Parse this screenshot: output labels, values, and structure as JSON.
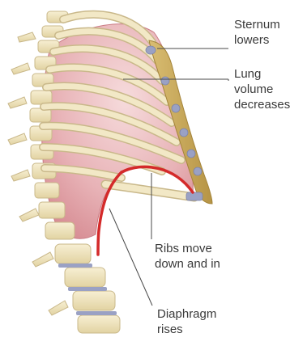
{
  "labels": {
    "sternum": [
      "Sternum",
      "lowers"
    ],
    "lung": [
      "Lung",
      "volume",
      "decreases"
    ],
    "ribs": [
      "Ribs move",
      "down and in"
    ],
    "diaphragm": [
      "Diaphragm",
      "rises"
    ]
  },
  "colors": {
    "lung": "#e2a3a8",
    "lung_highlight": "#f6dbdc",
    "bone": "#efe3bf",
    "bone_outline": "#c9b88a",
    "cartilage": "#9aa1c4",
    "sternum": "#c8a95e",
    "diaphragm_line": "#d42a2a",
    "leader_line": "#4a4a4a",
    "text": "#3a3a3a"
  },
  "icons": {
    "figure": "ribcage-exhalation-illustration"
  }
}
